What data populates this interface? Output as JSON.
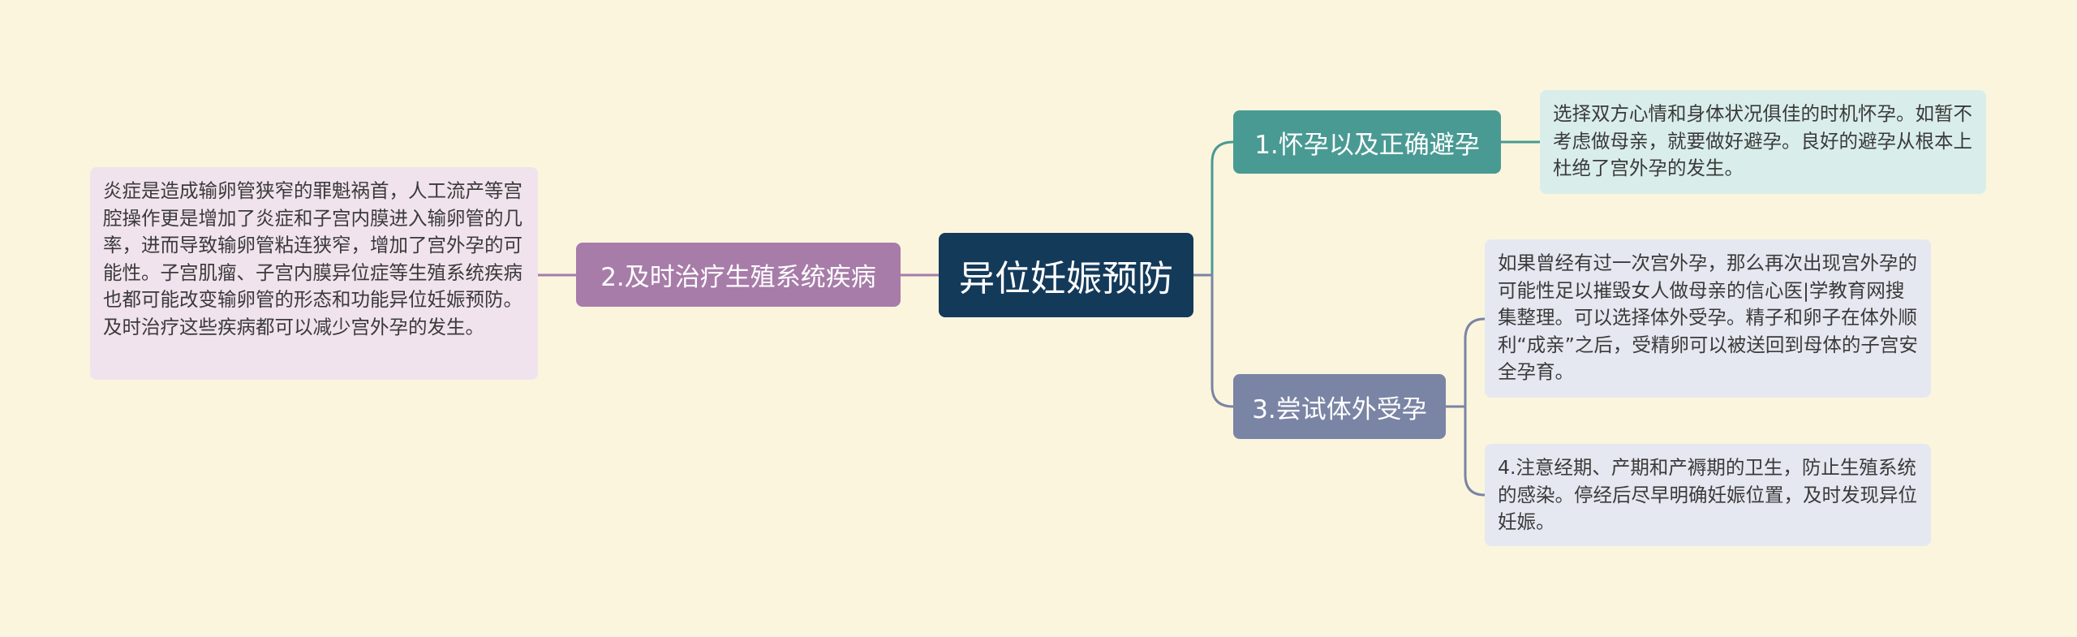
{
  "root": {
    "label": "异位妊娠预防"
  },
  "branches": [
    {
      "label": "1.怀孕以及正确避孕",
      "leaves": [
        "选择双方心情和身体状况俱佳的时机怀孕。如暂不考虑做母亲，就要做好避孕。良好的避孕从根本上杜绝了宫外孕的发生。"
      ]
    },
    {
      "label": "2.及时治疗生殖系统疾病",
      "leaves": [
        "炎症是造成输卵管狭窄的罪魁祸首，人工流产等宫腔操作更是增加了炎症和子宫内膜进入输卵管的几率，进而导致输卵管粘连狭窄，增加了宫外孕的可能性。子宫肌瘤、子宫内膜异位症等生殖系统疾病也都可能改变输卵管的形态和功能异位妊娠预防。及时治疗这些疾病都可以减少宫外孕的发生。"
      ]
    },
    {
      "label": "3.尝试体外受孕",
      "leaves": [
        "如果曾经有过一次宫外孕，那么再次出现宫外孕的可能性足以摧毁女人做母亲的信心医|学教育网搜集整理。可以选择体外受孕。精子和卵子在体外顺利“成亲”之后，受精卵可以被送回到母体的子宫安全孕育。",
        "4.注意经期、产期和产褥期的卫生，防止生殖系统的感染。停经后尽早明确妊娠位置，及时发现异位妊娠。"
      ]
    }
  ],
  "colors": {
    "background": "#fbf5de",
    "root": "#143a5a",
    "branch1": "#4a9a94",
    "branch2": "#a77ca9",
    "branch3": "#7a84a4",
    "leaf1": "#d9eeea",
    "leaf2": "#f1e3ee",
    "leaf3": "#e5e8f0"
  }
}
